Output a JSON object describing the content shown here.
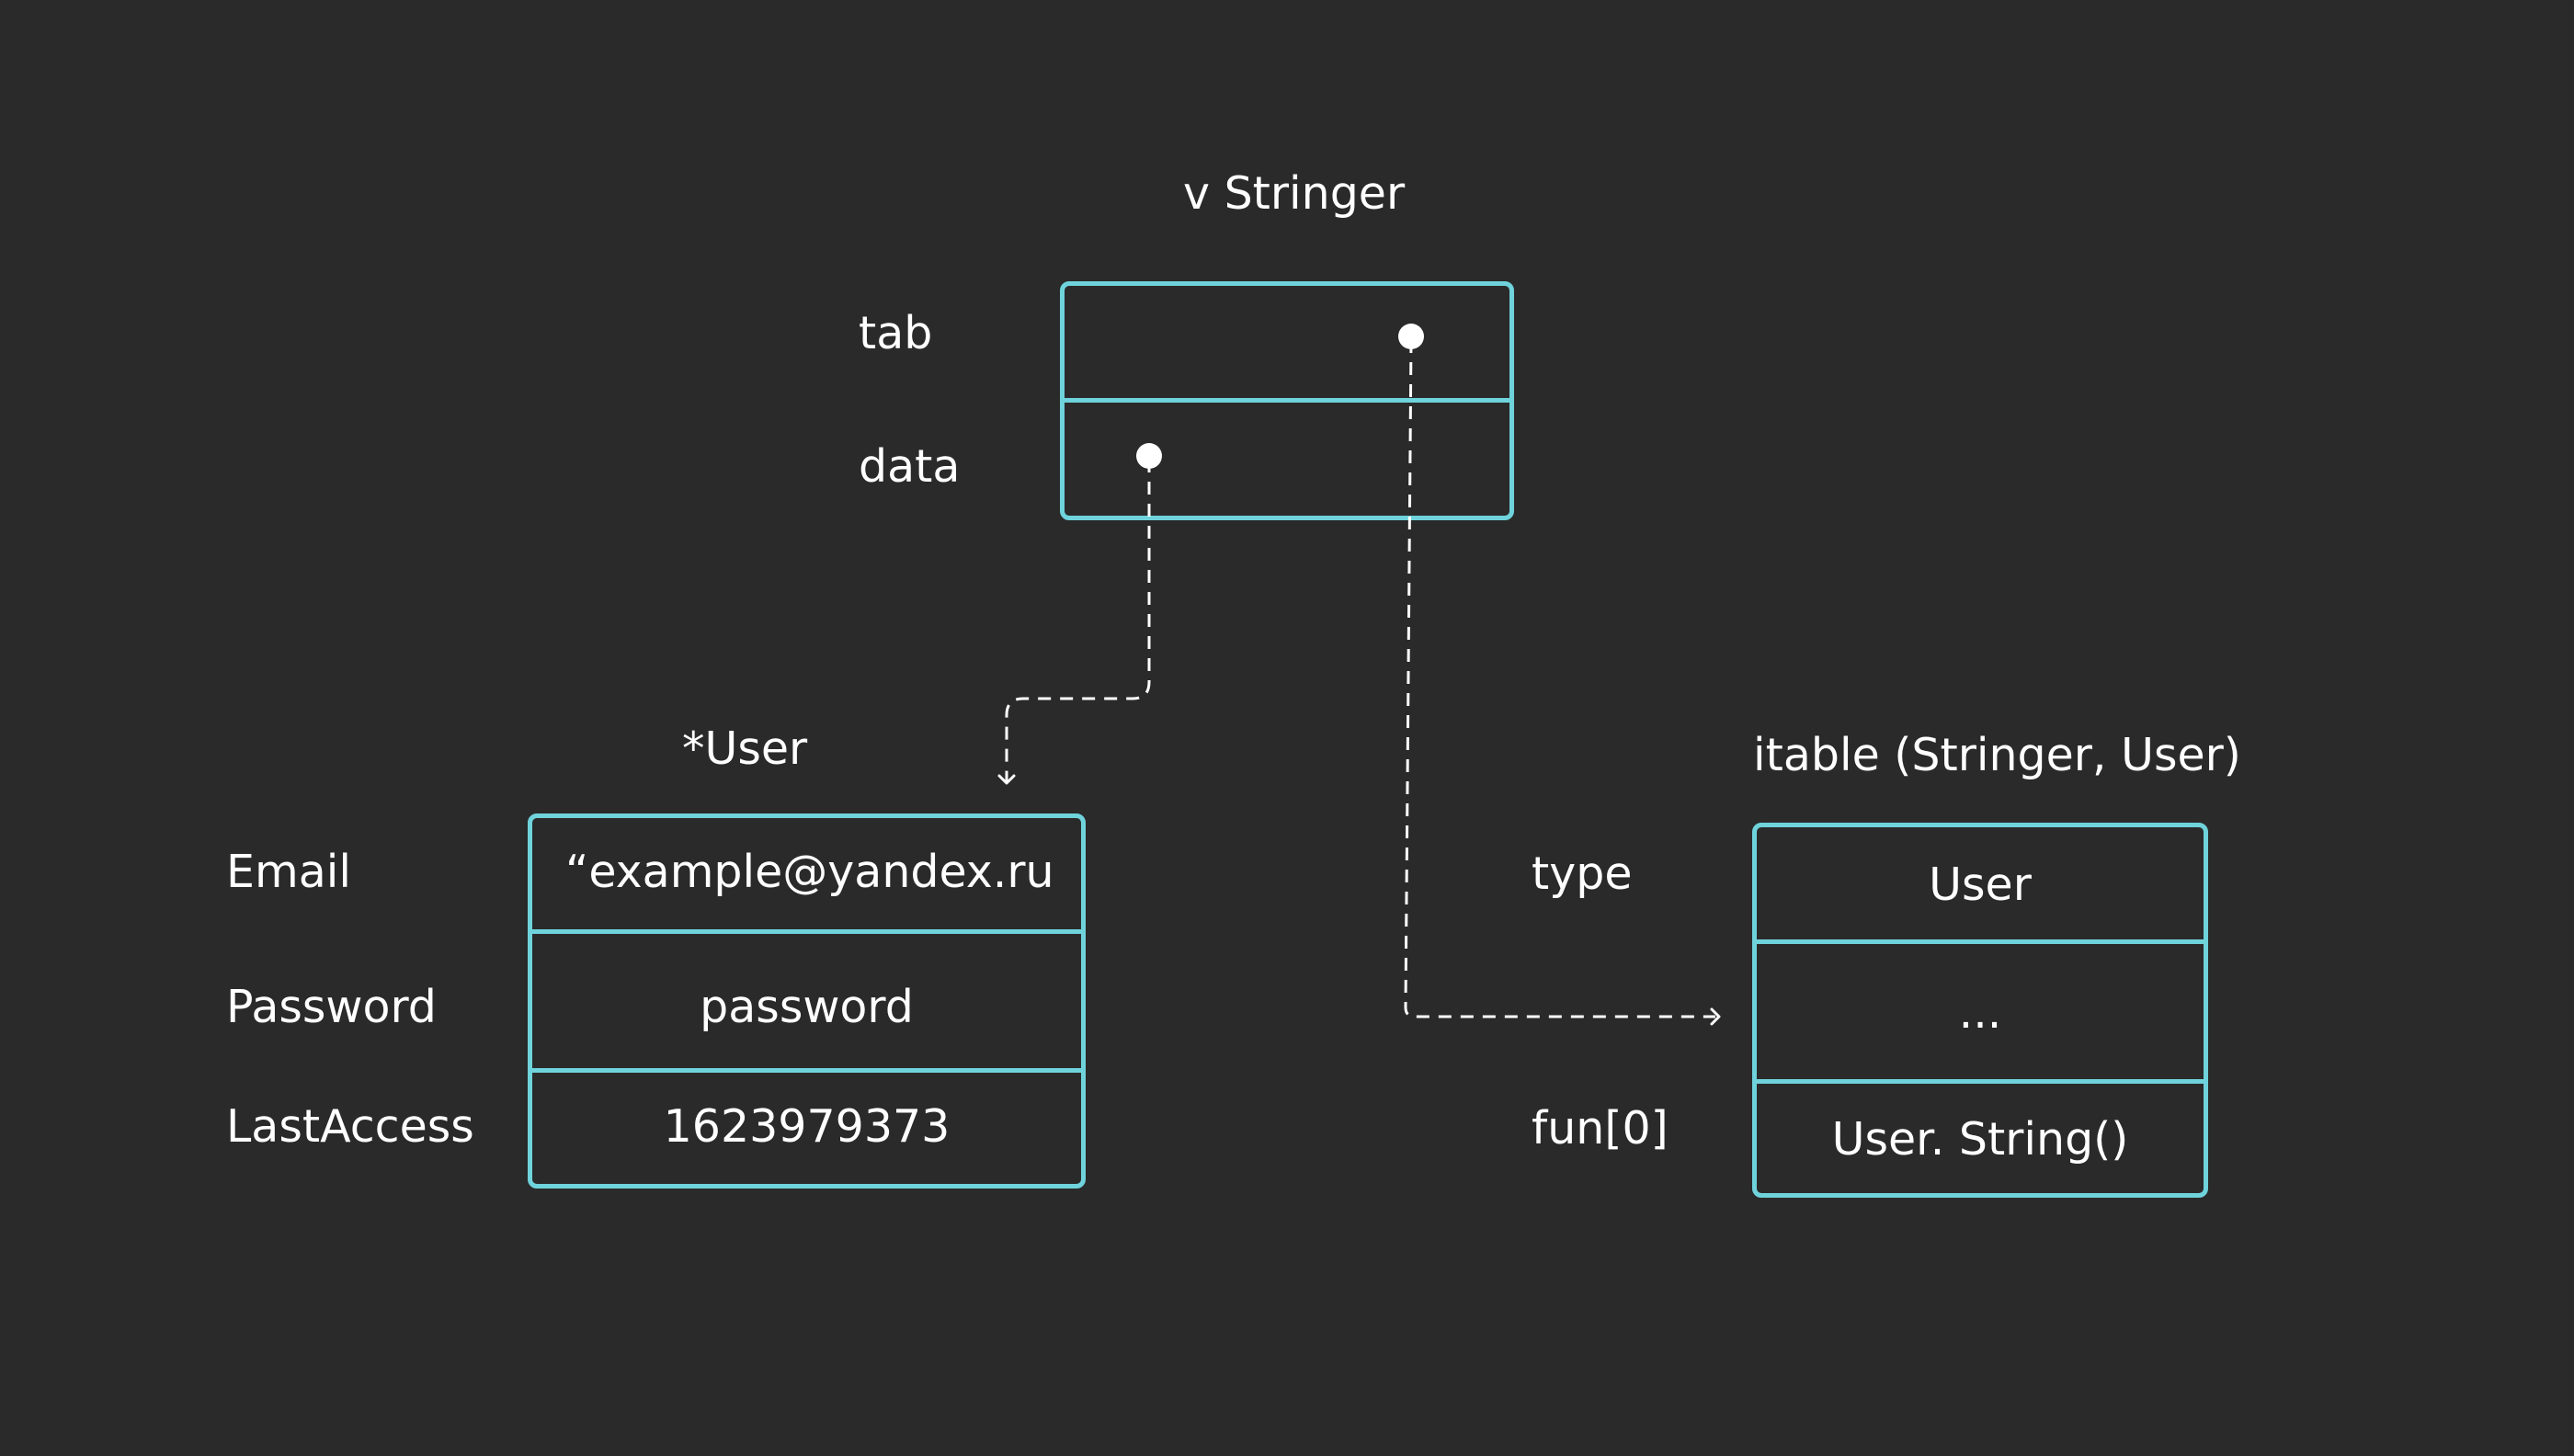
{
  "stringer": {
    "title": "v Stringer",
    "rows": [
      {
        "label": "tab",
        "value": ""
      },
      {
        "label": "data",
        "value": ""
      }
    ]
  },
  "user": {
    "title": "*User",
    "rows": [
      {
        "label": "Email",
        "value": "“example@yandex.ru"
      },
      {
        "label": "Password",
        "value": "password"
      },
      {
        "label": "LastAccess",
        "value": "1623979373"
      }
    ]
  },
  "itable": {
    "title": "itable (Stringer, User)",
    "rows": [
      {
        "label": "type",
        "value": "User"
      },
      {
        "label": "",
        "value": "..."
      },
      {
        "label": "fun[0]",
        "value": "User. String()"
      }
    ]
  },
  "colors": {
    "background": "#2a2a2a",
    "box_border": "#6fd3dc",
    "text": "#ffffff",
    "pointer": "#ffffff"
  }
}
